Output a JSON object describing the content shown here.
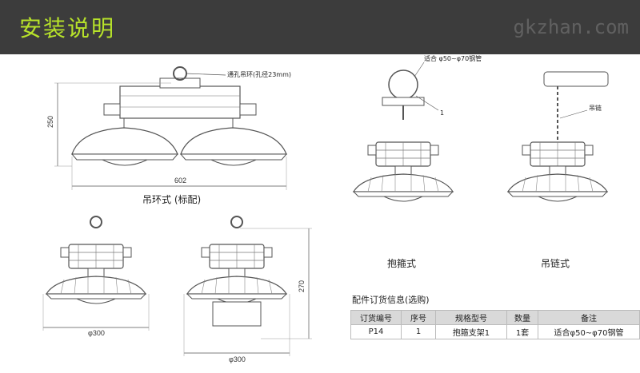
{
  "header": {
    "title": "安装说明",
    "watermark": "gkzhan.com"
  },
  "annotations": {
    "hole_ring": "通孔吊环(孔径23mm)",
    "pipe_fit": "适合 φ50~φ70钢管",
    "chain": "吊链",
    "clamp_part_no": "1"
  },
  "dimensions": {
    "height_250": "250",
    "width_602": "602",
    "diameter_300_a": "φ300",
    "diameter_300_b": "φ300",
    "height_270": "270"
  },
  "captions": {
    "ring_mount": "吊环式 (标配)",
    "clamp_mount": "抱箍式",
    "chain_mount": "吊链式"
  },
  "parts_table": {
    "title": "配件订货信息(选购)",
    "headers": [
      "订货编号",
      "序号",
      "规格型号",
      "数量",
      "备注"
    ],
    "rows": [
      [
        "P14",
        "1",
        "抱箍支架1",
        "1套",
        "适合φ50~φ70钢管"
      ]
    ]
  },
  "colors": {
    "header_bg": "#3c3c3c",
    "title": "#b7e22a",
    "line": "#555555"
  }
}
